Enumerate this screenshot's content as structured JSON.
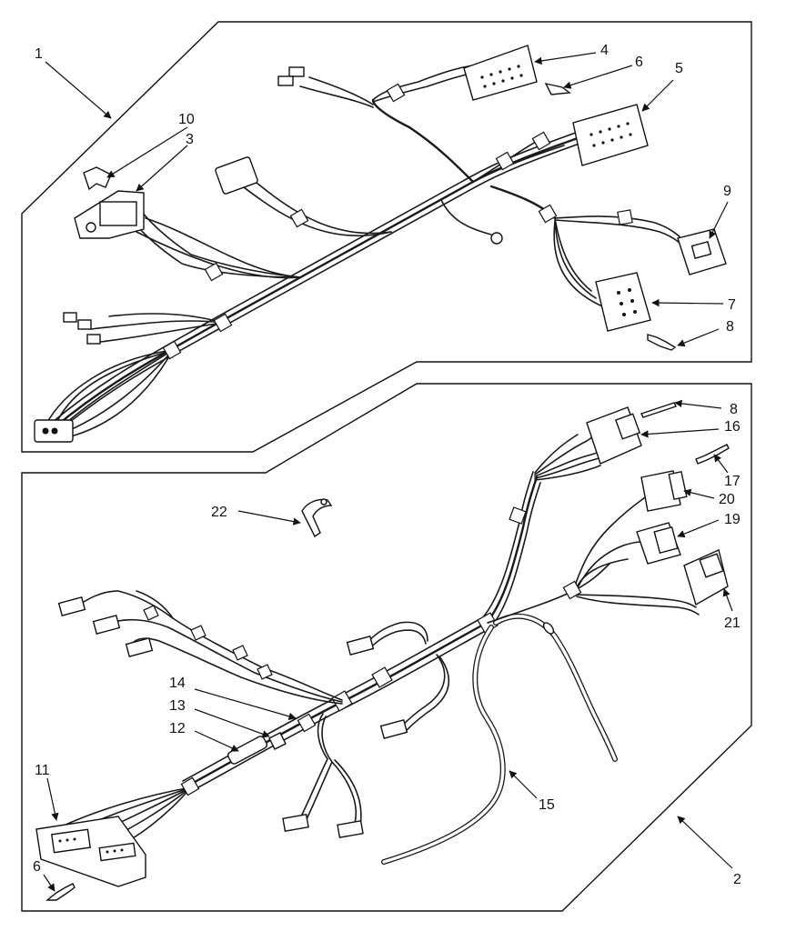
{
  "callouts": {
    "c1": "1",
    "c2": "2",
    "c3": "3",
    "c4": "4",
    "c5": "5",
    "c6a": "6",
    "c6b": "6",
    "c7": "7",
    "c8a": "8",
    "c8b": "8",
    "c9": "9",
    "c10": "10",
    "c11": "11",
    "c12": "12",
    "c13": "13",
    "c14": "14",
    "c15": "15",
    "c16": "16",
    "c17": "17",
    "c19": "19",
    "c20": "20",
    "c21": "21",
    "c22": "22"
  },
  "colors": {
    "line": "#111111",
    "background": "#ffffff"
  }
}
